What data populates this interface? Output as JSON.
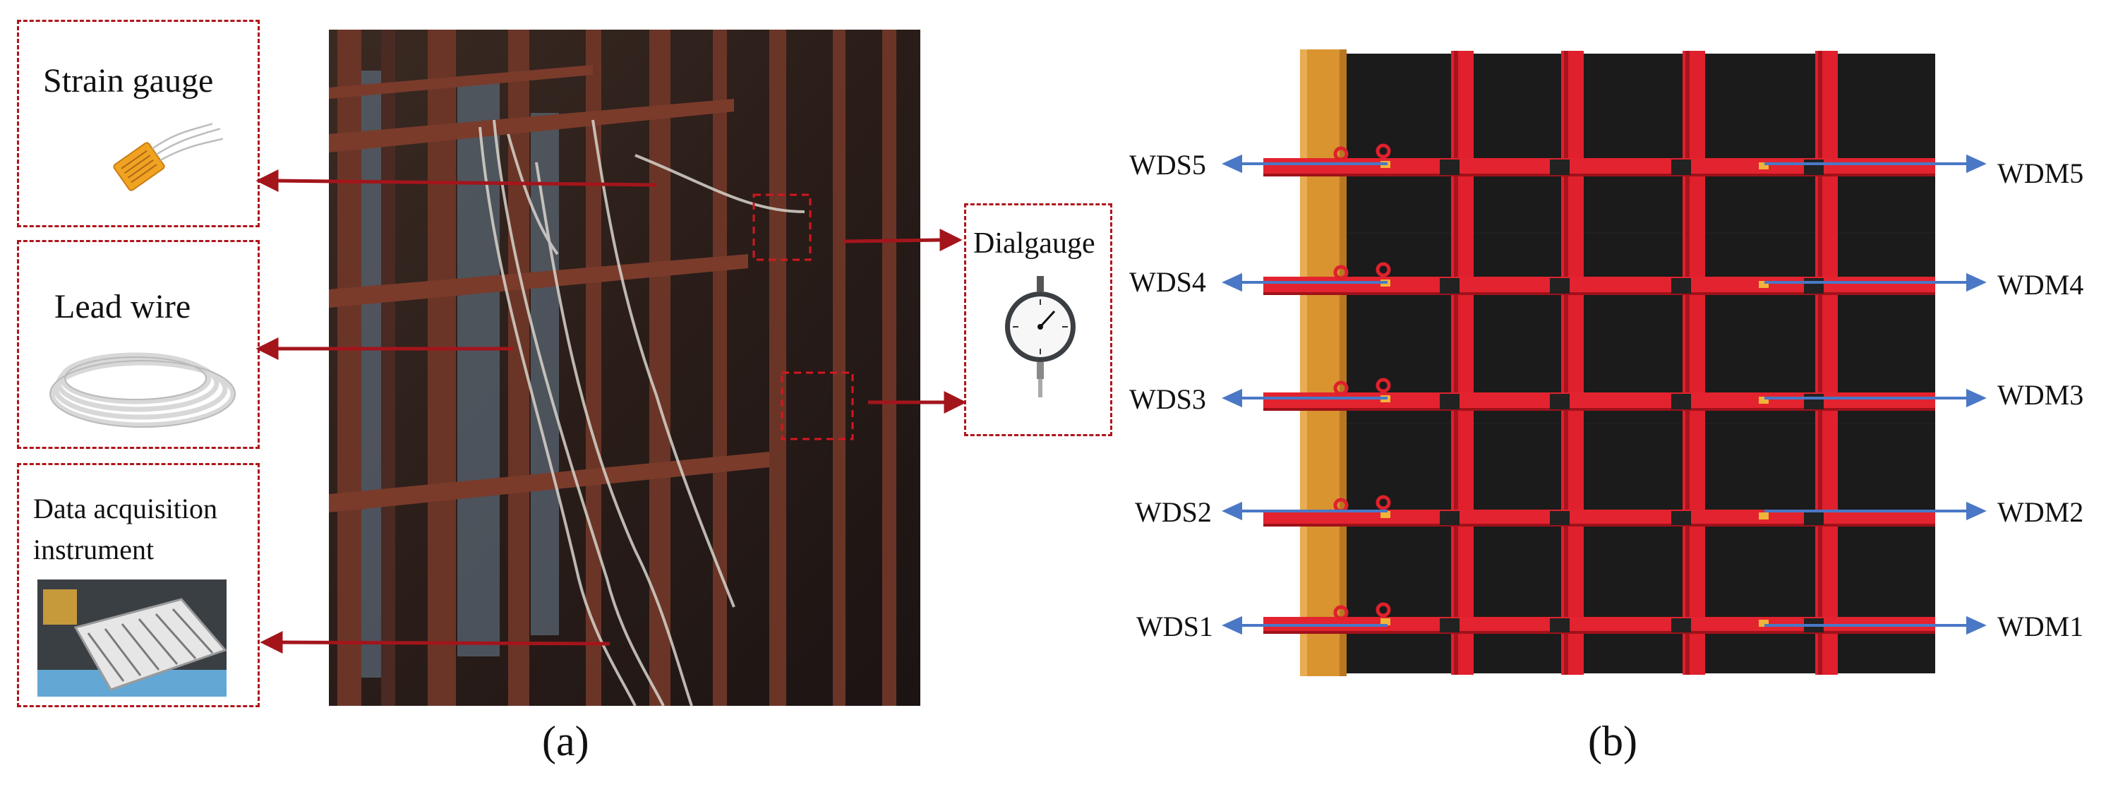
{
  "panel_a": {
    "caption": "(a)",
    "strain_gauge": {
      "label": "Strain gauge",
      "icon": "strain-gauge-icon"
    },
    "lead_wire": {
      "label": "Lead wire",
      "icon": "lead-wire-coil-icon"
    },
    "data_acquisition": {
      "label_line1": "Data acquisition",
      "label_line2": "instrument",
      "icon": "data-acquisition-instrument-icon"
    },
    "dial_gauge": {
      "label": "Dialgauge",
      "icon": "dial-gauge-icon"
    },
    "photo": "formwork-test-photo",
    "colors": {
      "frame": "#b0151c",
      "arrow": "#a3151b"
    }
  },
  "panel_b": {
    "caption": "(b)",
    "left_labels": [
      "WDS5",
      "WDS4",
      "WDS3",
      "WDS2",
      "WDS1"
    ],
    "right_labels": [
      "WDM5",
      "WDM4",
      "WDM3",
      "WDM2",
      "WDM1"
    ],
    "colors": {
      "rib": "#e0202c",
      "panel": "#1b1b1b",
      "timber": "#d9932f",
      "arrow": "#4a78c6"
    }
  }
}
